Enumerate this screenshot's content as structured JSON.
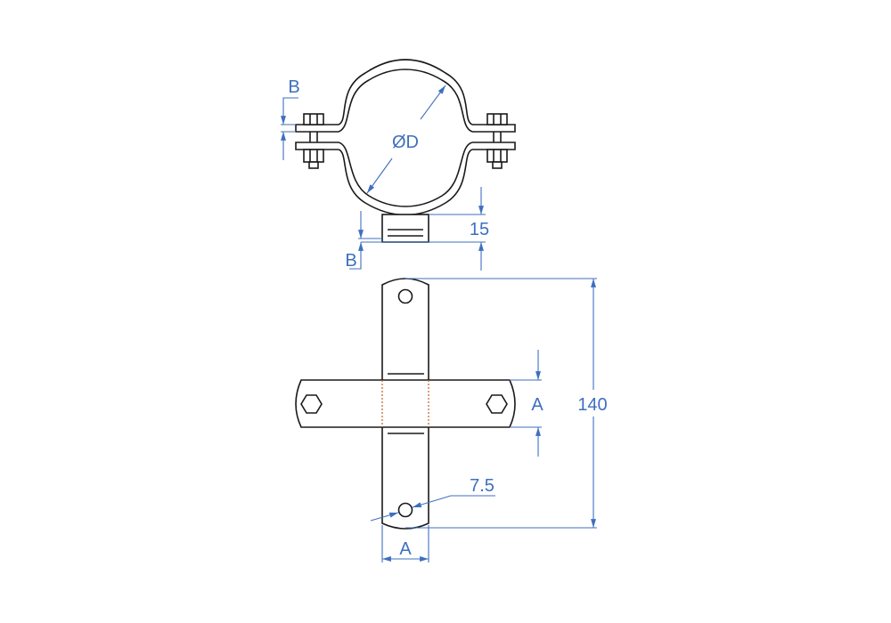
{
  "labels": {
    "diameter": "ØD",
    "b_top": "B",
    "b_bottom": "B",
    "height_15": "15",
    "overall_140": "140",
    "a_right": "A",
    "a_bottom": "A",
    "hole_7_5": "7.5"
  },
  "colors": {
    "outline": "#1a1a1a",
    "dimension": "#3f6fbf",
    "hidden": "#c0602a"
  }
}
